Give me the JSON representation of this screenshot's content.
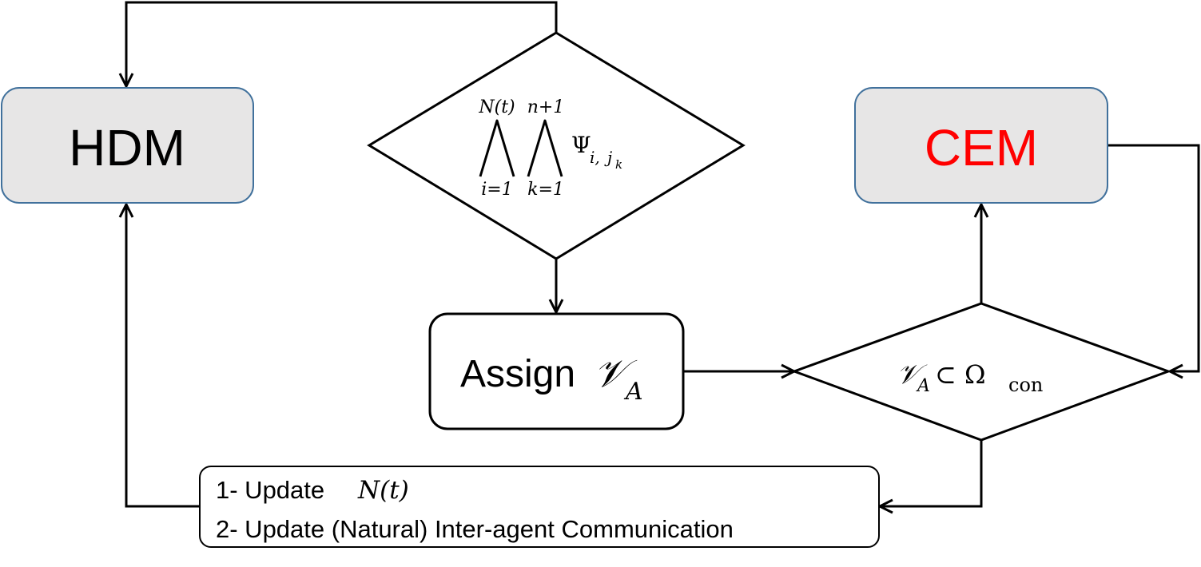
{
  "nodes": {
    "hdm": {
      "label": "HDM"
    },
    "cem": {
      "label": "CEM",
      "color": "#ff0000"
    },
    "condition": {
      "outer_upper": "N(t)",
      "outer_lower": "i=1",
      "inner_upper": "n+1",
      "inner_lower": "k=1",
      "psi": "Ψ",
      "psi_sub_i": "i,",
      "psi_sub_j": "j",
      "psi_sub_k": "k"
    },
    "assign": {
      "word": "Assign",
      "symbol": "𝒱",
      "subscript": "A"
    },
    "check": {
      "symbol": "𝒱",
      "subscript": "A",
      "relation": "⊂ Ω",
      "set_subscript": "con"
    },
    "update": {
      "line1_prefix": "1- Update",
      "line1_math": "N(t)",
      "line2": "2- Update (Natural) Inter-agent Communication"
    }
  },
  "colors": {
    "box_fill": "#e7e6e6",
    "box_stroke": "#41719c",
    "stroke": "#000000"
  }
}
